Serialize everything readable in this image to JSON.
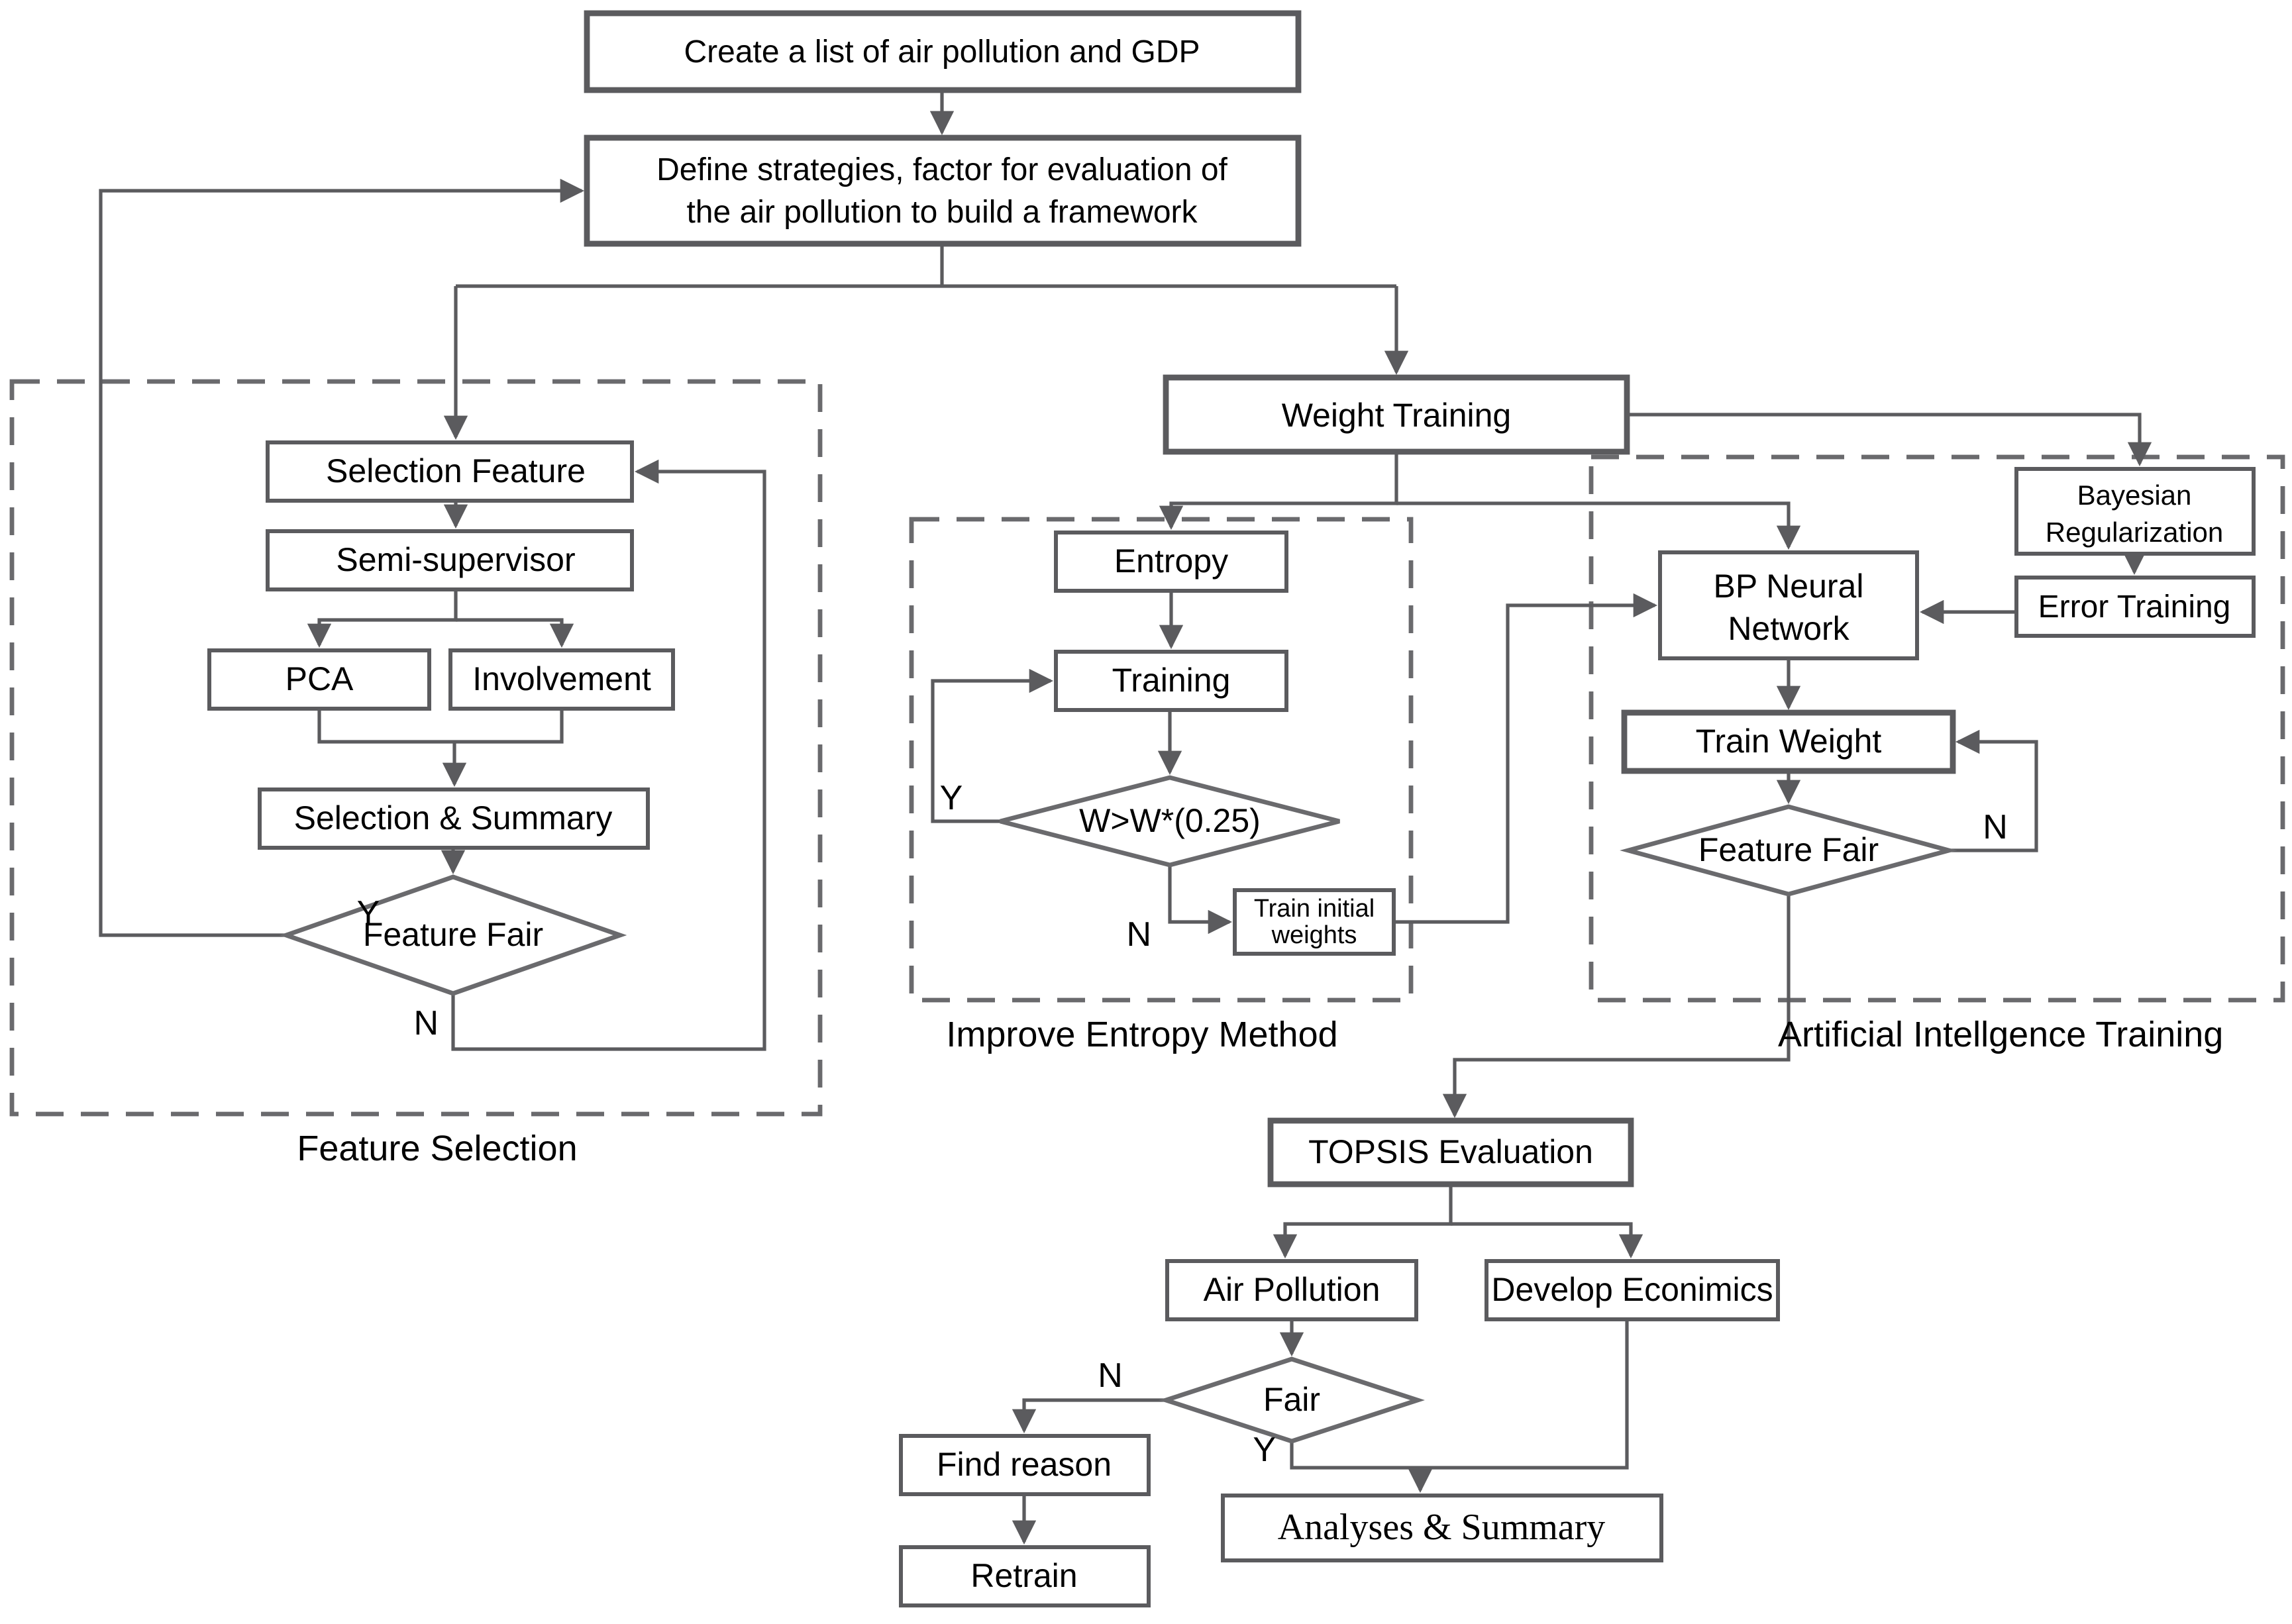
{
  "diagram": {
    "title": "Air pollution and GDP evaluation framework flowchart",
    "colors": {
      "background": "#ffffff",
      "line": "#5b5b5e",
      "text": "#000000"
    },
    "nodes": {
      "create": "Create  a list of air pollution and  GDP",
      "define_l1": "Define strategies, factor for evaluation of",
      "define_l2": "the air pollution to build a framework",
      "selection_feature": "Selection Feature",
      "semi_supervisor": "Semi-supervisor",
      "pca": "PCA",
      "involvement": "Involvement",
      "selection_summary": "Selection & Summary",
      "feature_fair_left": "Feature Fair",
      "weight_training": "Weight Training",
      "entropy": "Entropy",
      "training": "Training",
      "w_condition": "W>W*(0.25)",
      "train_initial_l1": "Train initial",
      "train_initial_l2": "weights",
      "bayesian_l1": "Bayesian",
      "bayesian_l2": "Regularization",
      "error_training": "Error Training",
      "bp_l1": "BP Neural",
      "bp_l2": "Network",
      "train_weight": "Train Weight",
      "feature_fair_right": "Feature Fair",
      "topsis": "TOPSIS  Evaluation",
      "air_pollution": "Air Pollution",
      "develop_economics": "Develop Econimics",
      "fair": "Fair",
      "find_reason": "Find reason",
      "retrain": "Retrain",
      "analyses_summary": "Analyses & Summary"
    },
    "regions": {
      "feature_selection": "Feature Selection",
      "improve_entropy": "Improve Entropy Method",
      "ai_training": "Artificial Intellgence Training"
    },
    "labels": {
      "ff_left_y": "Y",
      "ff_left_n": "N",
      "w_y": "Y",
      "w_n": "N",
      "ff_right_n": "N",
      "fair_n": "N",
      "fair_y": "Y"
    }
  }
}
